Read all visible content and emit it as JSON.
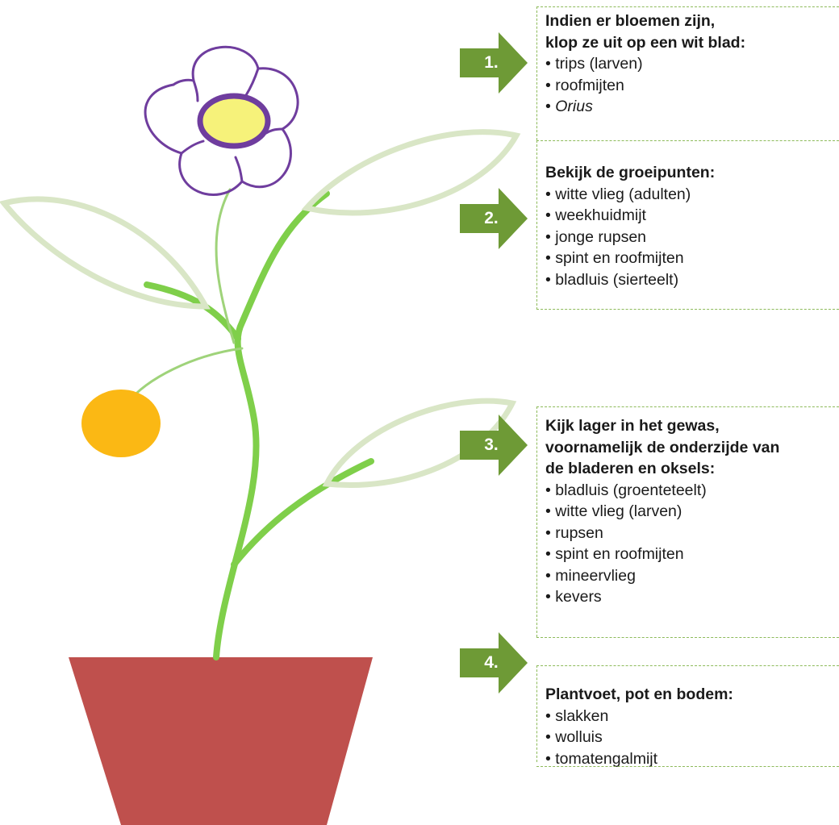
{
  "colors": {
    "arrow": "#6e9a36",
    "dashed_border": "#8dba5a",
    "stem": "#7fcf4a",
    "leaf_outline": "#d9e6c6",
    "petal": "#6f3d9e",
    "flower_center": "#f6f27a",
    "fruit": "#fbb814",
    "pot": "#bf504d"
  },
  "sections": [
    {
      "number": "1.",
      "title_lines": [
        "Indien er bloemen zijn,",
        "klop ze uit op een wit blad:"
      ],
      "items": [
        "trips (larven)",
        "roofmijten",
        "Orius"
      ]
    },
    {
      "number": "2.",
      "title_lines": [
        "Bekijk de groeipunten:"
      ],
      "items": [
        "witte vlieg (adulten)",
        "weekhuidmijt",
        "jonge rupsen",
        "spint en roofmijten",
        "bladluis (sierteelt)"
      ]
    },
    {
      "number": "3.",
      "title_lines": [
        "Kijk lager in het gewas,",
        "voornamelijk de onderzijde van",
        "de bladeren en oksels:"
      ],
      "items": [
        "bladluis (groenteteelt)",
        "witte vlieg (larven)",
        "rupsen",
        "spint en roofmijten",
        "mineervlieg",
        "kevers"
      ]
    },
    {
      "number": "4.",
      "title_lines": [
        "Plantvoet, pot en bodem:"
      ],
      "items": [
        "slakken",
        "wolluis",
        "tomatengalmijt"
      ]
    }
  ]
}
